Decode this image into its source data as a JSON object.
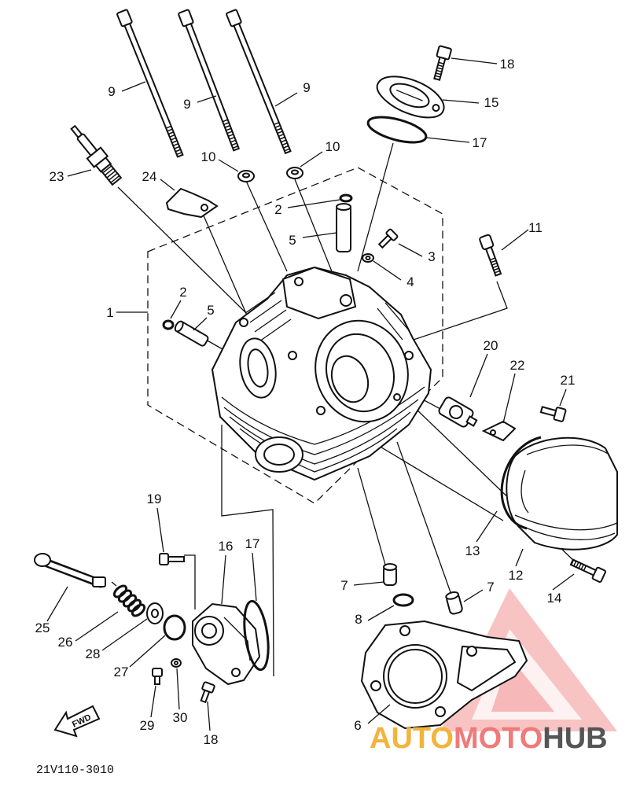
{
  "callouts": [
    "9",
    "9",
    "9",
    "10",
    "10",
    "23",
    "24",
    "2",
    "5",
    "3",
    "4",
    "1",
    "2",
    "5",
    "18",
    "15",
    "17",
    "11",
    "20",
    "22",
    "21",
    "13",
    "12",
    "14",
    "19",
    "16",
    "17",
    "7",
    "7",
    "8",
    "25",
    "26",
    "28",
    "27",
    "29",
    "30",
    "18",
    "6"
  ],
  "fwd_label": "FWD",
  "drawing_number": "21V110-3010",
  "watermark": {
    "parts": [
      "AUTO",
      "MOTO",
      "HUB"
    ],
    "colors": [
      "#f2b43c",
      "#f07a7a",
      "#555555"
    ],
    "logo_color": "#e63a3a"
  },
  "colors": {
    "line": "#111111",
    "background": "#ffffff"
  }
}
